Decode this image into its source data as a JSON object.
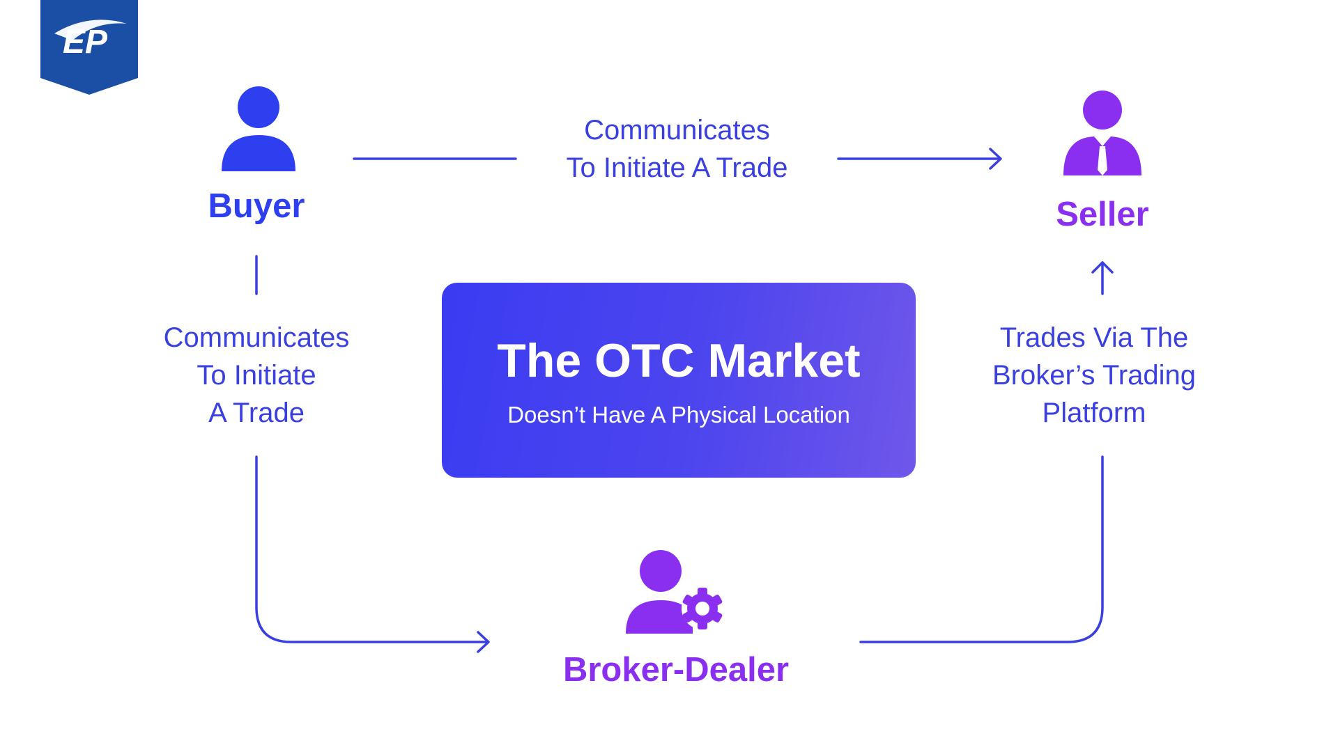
{
  "logo": {
    "text": "EP"
  },
  "nodes": {
    "buyer": {
      "label": "Buyer"
    },
    "seller": {
      "label": "Seller"
    },
    "broker": {
      "label": "Broker-Dealer"
    }
  },
  "edges": {
    "buyer_to_seller": {
      "lines": [
        "Communicates",
        "To Initiate A Trade"
      ]
    },
    "buyer_to_broker": {
      "lines": [
        "Communicates",
        "To Initiate",
        "A Trade"
      ]
    },
    "broker_to_seller": {
      "lines": [
        "Trades Via The",
        "Broker’s Trading",
        "Platform"
      ]
    }
  },
  "center": {
    "title": "The OTC Market",
    "subtitle": "Doesn’t Have A Physical Location"
  },
  "colors": {
    "logo_blue": "#1b4fa5",
    "buyer_blue": "#2e3ff0",
    "purple": "#8a2ff0",
    "line": "#3a3fe0"
  },
  "icons": {
    "buyer": "person-icon",
    "seller": "businessman-tie-icon",
    "broker": "person-gear-icon"
  }
}
